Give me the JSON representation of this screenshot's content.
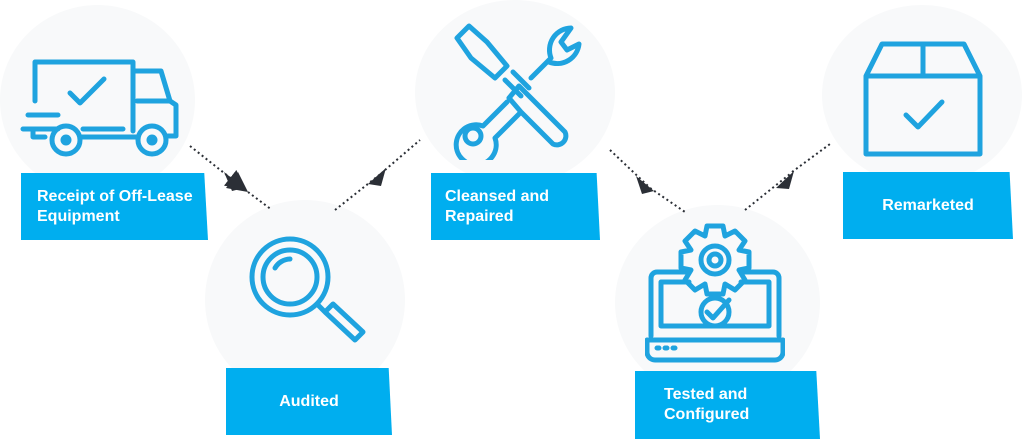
{
  "steps": [
    {
      "label": "Receipt of Off-Lease Equipment",
      "icon": "truck-check-icon"
    },
    {
      "label": "Audited",
      "icon": "magnifier-icon"
    },
    {
      "label": "Cleansed and Repaired",
      "icon": "wrench-screwdriver-icon"
    },
    {
      "label": "Tested and Configured",
      "icon": "laptop-gear-check-icon"
    },
    {
      "label": "Remarketed",
      "icon": "box-check-icon"
    }
  ],
  "colors": {
    "label_bg": "#00aeef",
    "icon": "#1fa3df",
    "arrow": "#2b2f36",
    "circle": "#f8f9fa"
  }
}
